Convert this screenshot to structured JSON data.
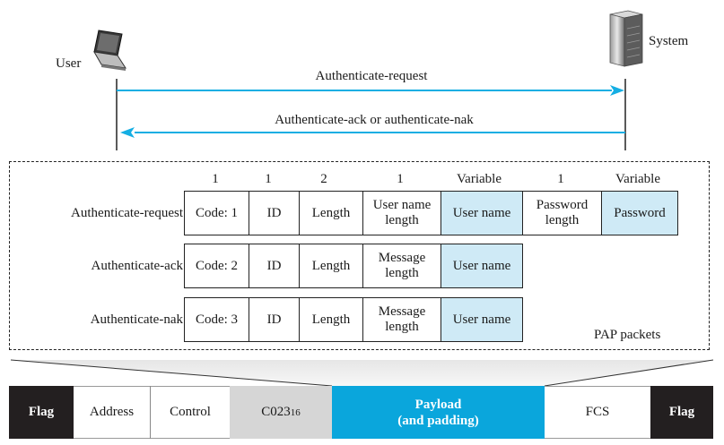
{
  "endpoints": {
    "user": "User",
    "system": "System"
  },
  "messages": {
    "request": "Authenticate-request",
    "response": "Authenticate-ack or authenticate-nak"
  },
  "field_sizes": [
    "1",
    "1",
    "2",
    "1",
    "Variable",
    "1",
    "Variable"
  ],
  "packets": [
    {
      "name": "Authenticate-request",
      "fields": [
        "Code: 1",
        "ID",
        "Length",
        "User name length",
        "User name",
        "Password length",
        "Password"
      ]
    },
    {
      "name": "Authenticate-ack",
      "fields": [
        "Code: 2",
        "ID",
        "Length",
        "Message length",
        "User name"
      ]
    },
    {
      "name": "Authenticate-nak",
      "fields": [
        "Code: 3",
        "ID",
        "Length",
        "Message length",
        "User name"
      ]
    }
  ],
  "pap_label": "PAP packets",
  "frame": {
    "flag_start": "Flag",
    "address": "Address",
    "control": "Control",
    "protocol": "C023",
    "protocol_sub": "16",
    "payload_line1": "Payload",
    "payload_line2": "(and padding)",
    "fcs": "FCS",
    "flag_end": "Flag"
  },
  "colors": {
    "arrow": "#14aee3",
    "highlight_field": "#cfeaf6",
    "payload": "#0aa6dc",
    "flag": "#231f20",
    "protocol_field": "#d6d6d6"
  }
}
